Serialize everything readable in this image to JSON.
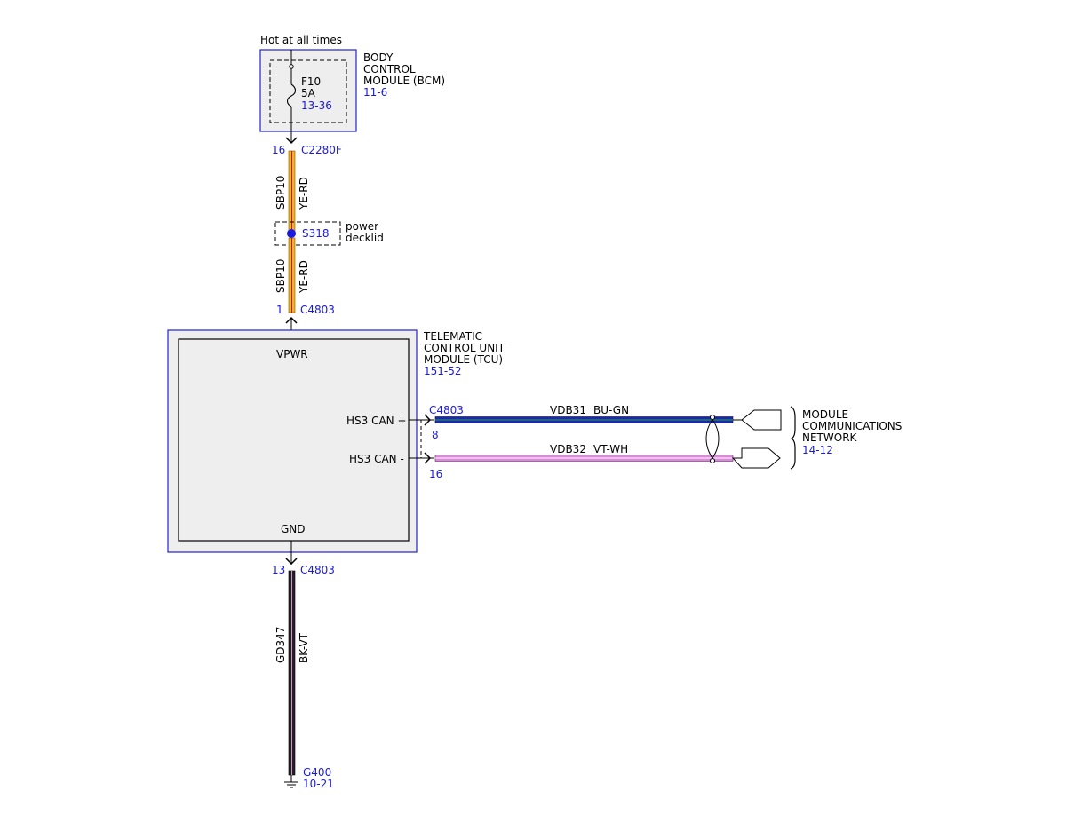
{
  "power_source": {
    "label": "Hot at all times"
  },
  "bcm": {
    "name_lines": [
      "BODY",
      "CONTROL",
      "MODULE (BCM)"
    ],
    "ref": "11-6",
    "fuse": {
      "id": "F10",
      "rating": "5A",
      "ref": "13-36"
    }
  },
  "connector_c2280f": {
    "pin": "16",
    "id": "C2280F"
  },
  "wire_upper": {
    "circuit": "SBP10",
    "color": "YE-RD"
  },
  "splice": {
    "id": "S318",
    "location_lines": [
      "power",
      "decklid"
    ]
  },
  "wire_mid": {
    "circuit": "SBP10",
    "color": "YE-RD"
  },
  "connector_tcu_power": {
    "pin": "1",
    "id": "C4803"
  },
  "tcu": {
    "name_lines": [
      "TELEMATIC",
      "CONTROL UNIT",
      "MODULE (TCU)"
    ],
    "ref": "151-52",
    "pins": {
      "vpwr": "VPWR",
      "can_high": "HS3 CAN +",
      "can_low": "HS3 CAN -",
      "gnd": "GND"
    }
  },
  "connector_tcu_can": {
    "id": "C4803",
    "pin_high": "8",
    "pin_low": "16"
  },
  "wire_can_high": {
    "circuit": "VDB31",
    "color": "BU-GN"
  },
  "wire_can_low": {
    "circuit": "VDB32",
    "color": "VT-WH"
  },
  "network": {
    "name_lines": [
      "MODULE",
      "COMMUNICATIONS",
      "NETWORK"
    ],
    "ref": "14-12"
  },
  "connector_tcu_gnd": {
    "pin": "13",
    "id": "C4803"
  },
  "wire_ground": {
    "circuit": "GD347",
    "color": "BK-VT"
  },
  "ground": {
    "id": "G400",
    "ref": "10-21"
  },
  "colors": {
    "link": "#1a1adb",
    "yellow_wire": "#f0b41e",
    "red_stripe": "#c8141e",
    "blue_wire": "#1a2aa8",
    "green_stripe": "#2aa050",
    "violet_wire": "#d88ad8",
    "black_wire": "#222222",
    "module_fill": "#eeeeee"
  }
}
